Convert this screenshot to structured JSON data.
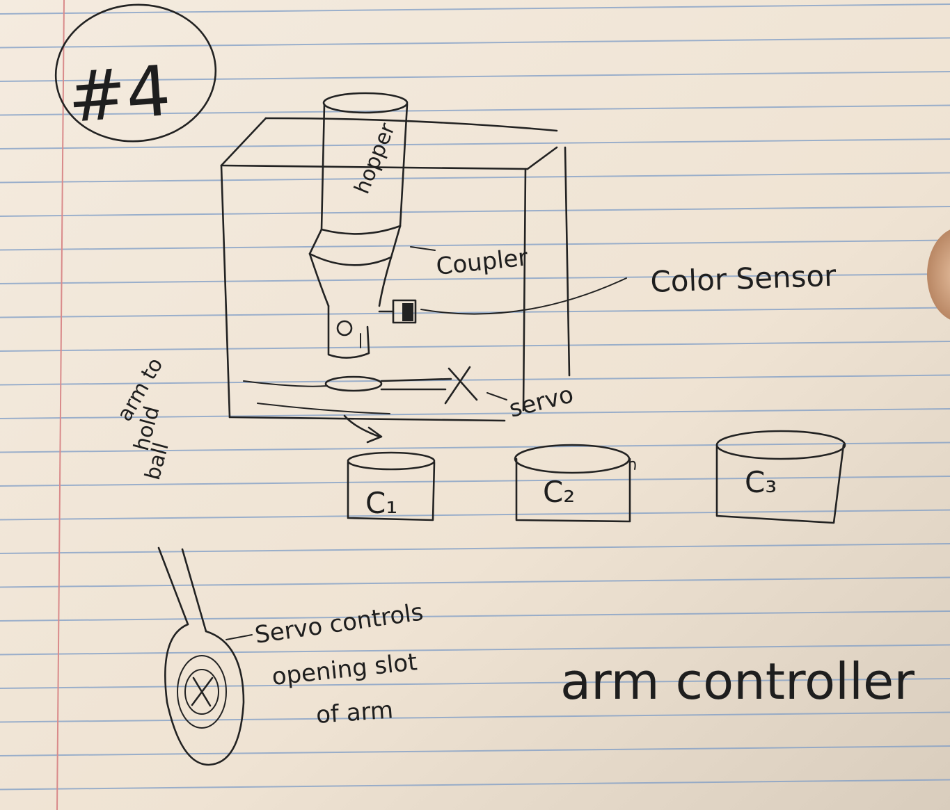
{
  "page_number": "#4",
  "labels": {
    "hopper": "hopper",
    "coupler": "Coupler",
    "color_sensor": "Color Sensor",
    "servo": "servo",
    "arm_note": [
      "arm to",
      "hold",
      "ball"
    ],
    "container_1": "C₁",
    "container_2": "C₂",
    "container_3": "C₃",
    "servo_note": [
      "Servo controls",
      "opening slot",
      "of arm"
    ],
    "arm_controller": "arm controller"
  },
  "colors": {
    "paper": "#efe4d6",
    "rule_line": "#7d9cc6",
    "margin_line": "#d98a8a",
    "ink": "#222222"
  }
}
